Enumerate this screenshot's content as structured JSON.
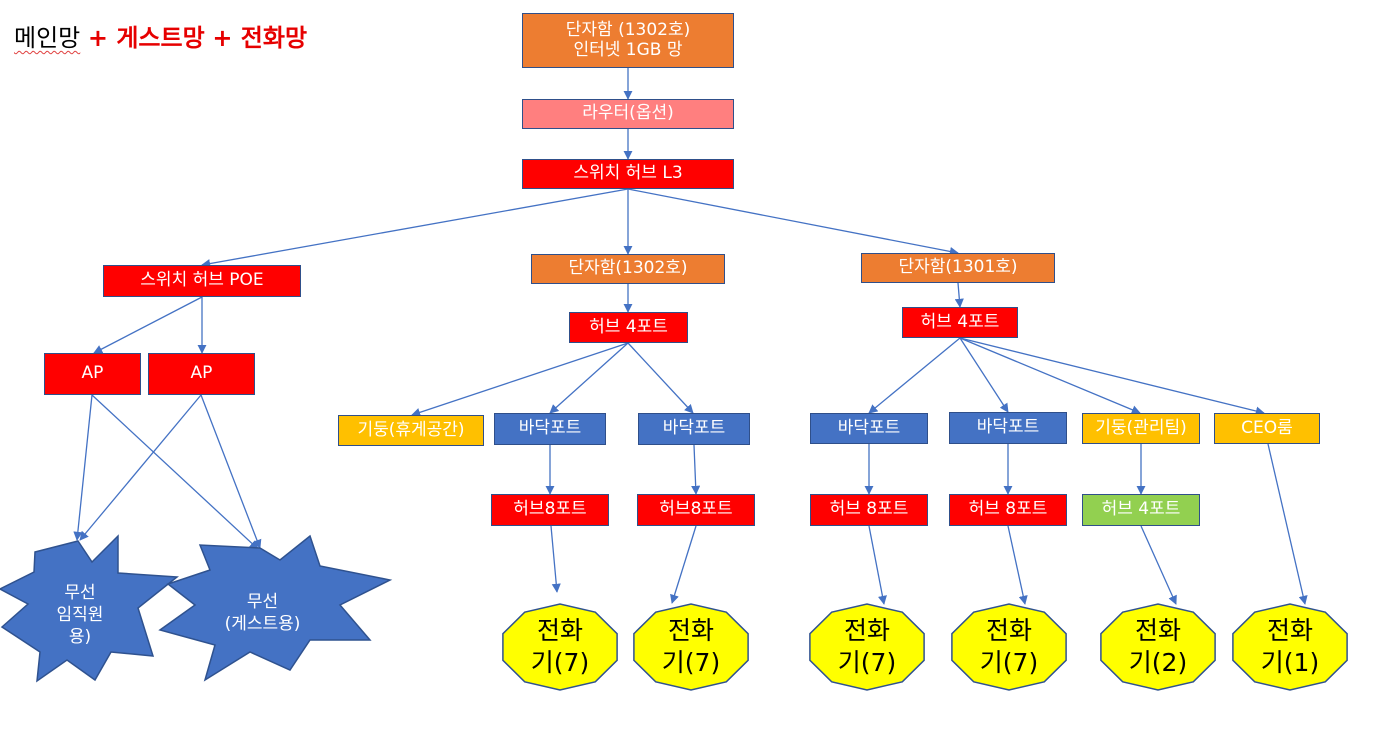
{
  "title": {
    "main": "메인망",
    "guest": "+ 게스트망",
    "phone": "+ 전화망"
  },
  "nodes": {
    "isp": [
      "단자함 (1302호)",
      "인터넷 1GB 망"
    ],
    "router": "라우터(옵션)",
    "l3": "스위치 허브 L3",
    "poe": "스위치 허브 POE",
    "ap1": "AP",
    "ap2": "AP",
    "panel1302": "단자함(1302호)",
    "panel1301": "단자함(1301호)",
    "hub4a": "허브 4포트",
    "hub4b": "허브 4포트",
    "pillar_lounge": "기둥(휴게공간)",
    "floor1": "바닥포트",
    "floor2": "바닥포트",
    "floor3": "바닥포트",
    "floor4": "바닥포트",
    "pillar_mgmt": "기둥(관리팀)",
    "ceo": "CEO룸",
    "hub8a": "허브8포트",
    "hub8b": "허브8포트",
    "hub8c": "허브 8포트",
    "hub8d": "허브 8포트",
    "hub4c": "허브 4포트"
  },
  "wireless": {
    "staff": [
      "무선",
      "임직원",
      "용)"
    ],
    "guest": [
      "무선",
      "(게스트용)"
    ]
  },
  "phones": [
    [
      "전화",
      "기(7)"
    ],
    [
      "전화",
      "기(7)"
    ],
    [
      "전화",
      "기(7)"
    ],
    [
      "전화",
      "기(7)"
    ],
    [
      "전화",
      "기(2)"
    ],
    [
      "전화",
      "기(1)"
    ]
  ],
  "colors": {
    "orange": "#ed7d31",
    "pink": "#ff7f7f",
    "red": "#ff0000",
    "blue": "#4472c4",
    "yellow": "#ffc000",
    "green": "#92d050",
    "phone_fill": "#ffff00",
    "connector": "#4472c4",
    "title_accent": "#e60000"
  }
}
